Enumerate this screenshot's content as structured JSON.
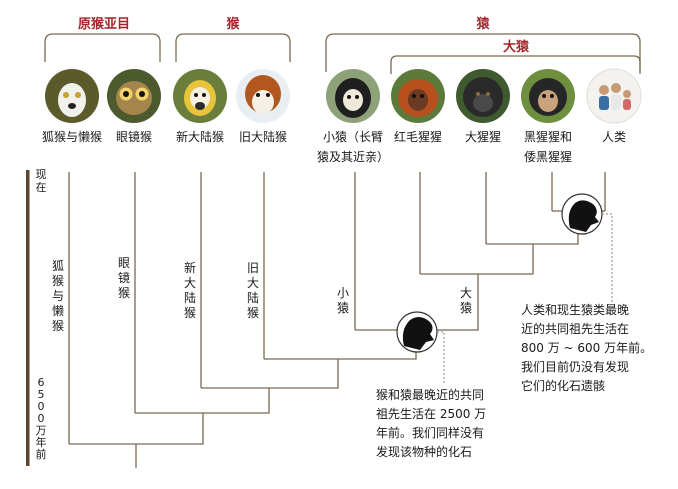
{
  "groups": {
    "prosimian": "原猴亚目",
    "monkeys": "猴",
    "apes": "猿",
    "great_apes": "大猿"
  },
  "species": [
    {
      "id": "lemur",
      "label_lines": [
        "狐猴与懒猴"
      ],
      "icon": "lemur-portrait-icon"
    },
    {
      "id": "tarsier",
      "label_lines": [
        "眼镜猴"
      ],
      "icon": "tarsier-portrait-icon"
    },
    {
      "id": "new-world",
      "label_lines": [
        "新大陆猴"
      ],
      "icon": "squirrel-monkey-portrait-icon"
    },
    {
      "id": "old-world",
      "label_lines": [
        "旧大陆猴"
      ],
      "icon": "old-world-monkey-portrait-icon"
    },
    {
      "id": "lesser-ape",
      "label_lines": [
        "小猿（长臂",
        "猿及其近亲）"
      ],
      "icon": "gibbon-portrait-icon"
    },
    {
      "id": "orangutan",
      "label_lines": [
        "红毛猩猩"
      ],
      "icon": "orangutan-portrait-icon"
    },
    {
      "id": "gorilla",
      "label_lines": [
        "大猩猩"
      ],
      "icon": "gorilla-portrait-icon"
    },
    {
      "id": "chimp",
      "label_lines": [
        "黑猩猩和",
        "倭黑猩猩"
      ],
      "icon": "chimpanzee-portrait-icon"
    },
    {
      "id": "human",
      "label_lines": [
        "人类"
      ],
      "icon": "human-family-portrait-icon"
    }
  ],
  "branch_labels": {
    "lemur": "狐猴与懒猴",
    "tarsier": "眼镜猴",
    "new_world": "新大陆猴",
    "old_world": "旧大陆猴",
    "lesser_ape": "小猿",
    "great_ape": "大猿"
  },
  "timeline": {
    "present": "现在",
    "past": "6500万年前"
  },
  "notes": {
    "monkey_ape": [
      "猴和猿最晚近的共同",
      "祖先生活在 2500 万",
      "年前。我们同样没有",
      "发现该物种的化石"
    ],
    "human_ape": [
      "人类和现生猿类最晚",
      "近的共同祖先生活在",
      "800 万 ~ 600 万年前。",
      "我们目前仍没有发现",
      "它们的化石遗骸"
    ]
  },
  "colors": {
    "accent": "#a3262c",
    "tree_line": "#7a6a55",
    "timebar": "#5a4632",
    "old_world_label": "#2f7d3a"
  }
}
